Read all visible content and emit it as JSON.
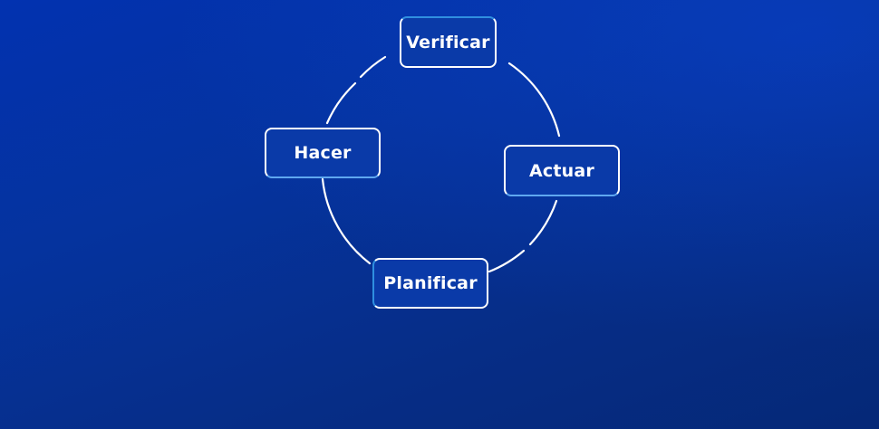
{
  "diagram": {
    "type": "cycle",
    "nodes": [
      {
        "id": "verificar",
        "label": "Verificar"
      },
      {
        "id": "actuar",
        "label": "Actuar"
      },
      {
        "id": "planificar",
        "label": "Planificar"
      },
      {
        "id": "hacer",
        "label": "Hacer"
      }
    ],
    "edges": [
      {
        "from": "verificar",
        "to": "actuar"
      },
      {
        "from": "actuar",
        "to": "planificar"
      },
      {
        "from": "planificar",
        "to": "hacer"
      },
      {
        "from": "hacer",
        "to": "verificar"
      }
    ]
  },
  "colors": {
    "background_top": "#0232b0",
    "background_bottom": "#052877",
    "node_fill": "#0a3aa8",
    "node_border": "#ffffff",
    "node_accent": "#2f8fe0",
    "ring": "#ffffff"
  }
}
